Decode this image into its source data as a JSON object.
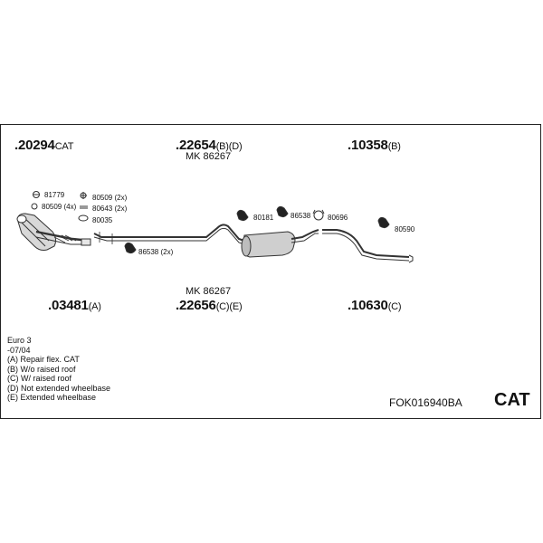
{
  "parts": {
    "p20294": {
      "number": ".20294",
      "suffix": "CAT"
    },
    "p22654": {
      "number": ".22654",
      "suffix": "(B)(D)"
    },
    "p10358": {
      "number": ".10358",
      "suffix": "(B)"
    },
    "p03481": {
      "number": ".03481",
      "suffix": "(A)"
    },
    "p22656": {
      "number": ".22656",
      "suffix": "(C)(E)"
    },
    "p10630": {
      "number": ".10630",
      "suffix": "(C)"
    }
  },
  "mk_top": "MK 86267",
  "mk_bottom": "MK 86267",
  "small_parts": {
    "s81779": "81779",
    "s80509_4x": "80509 (4x)",
    "s80509_2x": "80509 (2x)",
    "s80643_2x": "80643 (2x)",
    "s80035": "80035",
    "s86538_2x": "86538 (2x)",
    "s80181": "80181",
    "s86538": "86538",
    "s80696": "80696",
    "s80590": "80590"
  },
  "notes": [
    "Euro 3",
    "-07/04",
    "(A) Repair flex. CAT",
    "(B) W/o raised roof",
    "(C) W/ raised roof",
    "(D) Not extended wheelbase",
    "(E) Extended wheelbase"
  ],
  "kit_code": "FOK016940BA",
  "category": "CAT",
  "icons": [
    "catalytic-converter-icon",
    "exhaust-pipe-icon",
    "muffler-icon",
    "tail-pipe-icon",
    "rubber-hanger-icon",
    "clamp-icon",
    "gasket-icon",
    "bolt-icon"
  ]
}
